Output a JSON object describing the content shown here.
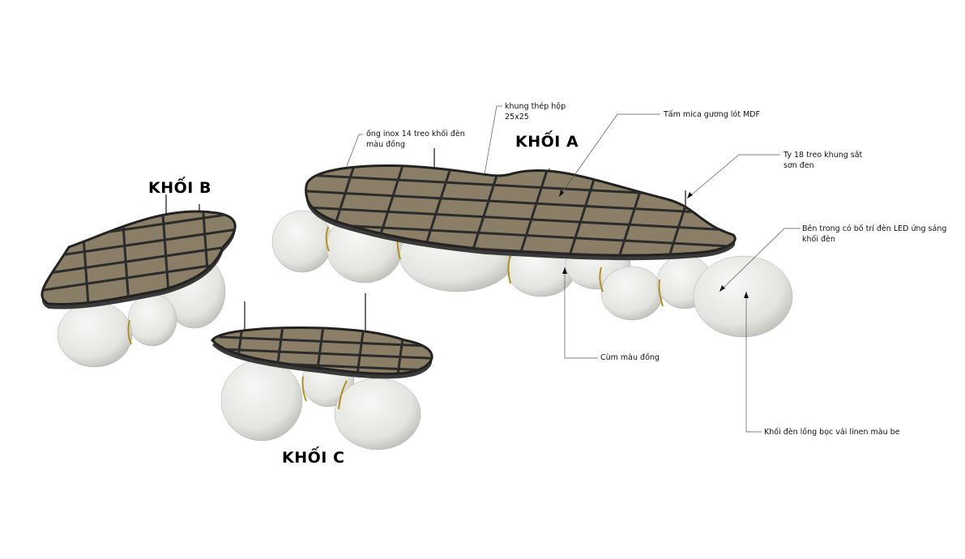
{
  "titles": {
    "block_a": "KHỐI A",
    "block_b": "KHỐI B",
    "block_c": "KHỐI C"
  },
  "labels": {
    "pipe": [
      "ống inox 14 treo khối đèn",
      "màu đồng"
    ],
    "frame": [
      "khung thép hộp",
      "25x25"
    ],
    "mica": "Tấm mica gương lót MDF",
    "rod": [
      "Ty 18 treo khung sắt",
      "sơn đen"
    ],
    "led": [
      "Bên trong có bố trí đèn LED ứng sáng",
      "khối đèn"
    ],
    "clamp": "Cùm màu đồng",
    "lamp": "Khối đèn lồng bọc vải linen màu be"
  },
  "colors": {
    "panel": "#8a7f66",
    "grid": "#2b2b2b",
    "sphere": "#e9e9e6",
    "clamp": "#b09020"
  }
}
